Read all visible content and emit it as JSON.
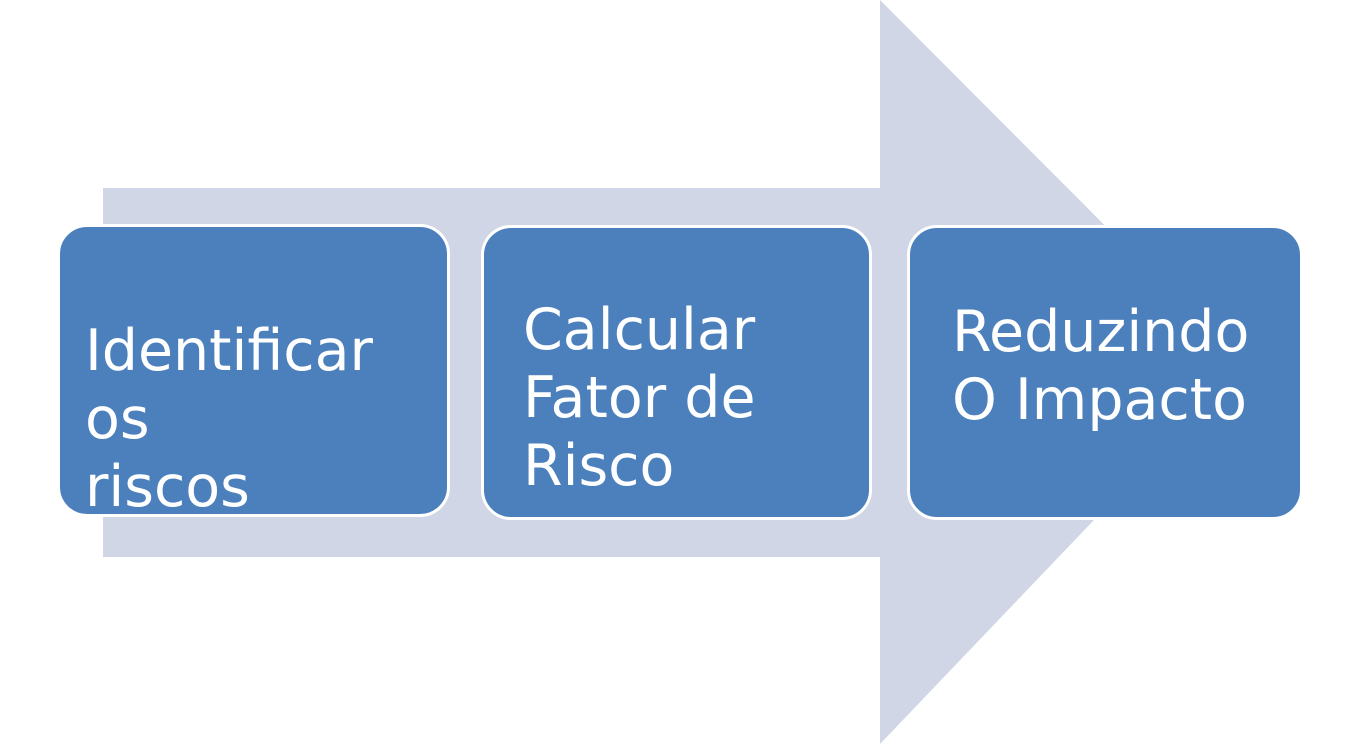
{
  "diagram": {
    "type": "process-arrow",
    "direction": "right",
    "steps": [
      {
        "id": 1,
        "label": "Identificar\nos\nriscos"
      },
      {
        "id": 2,
        "label": "Calcular\nFator de\nRisco"
      },
      {
        "id": 3,
        "label": "Reduzindo\nO Impacto"
      }
    ]
  },
  "colors": {
    "box_fill": "#4C80BD",
    "box_border": "#FFFFFF",
    "box_text": "#FFFFFF",
    "arrow_fill": "#D0D6E5",
    "background": "#FFFFFF"
  }
}
